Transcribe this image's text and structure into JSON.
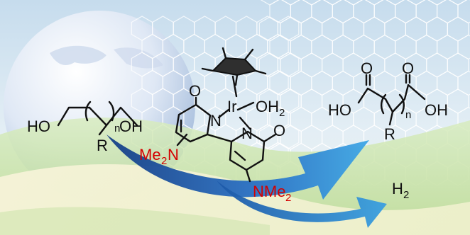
{
  "colors": {
    "sky_top": "#c6dced",
    "sky_bottom": "#e8f1f6",
    "hills_green": "#cfe5b4",
    "hills_cream": "#f4f1d6",
    "globe_light": "#ffffff",
    "globe_dark": "#9fb8d9",
    "arrow_dark": "#1a4f9c",
    "arrow_light": "#3aa0e0",
    "red_label": "#d40000",
    "bond_color": "#111111"
  },
  "reactant": {
    "oh_left": "HO",
    "oh_right": "OH",
    "subscript_n": "n",
    "substituent": "R"
  },
  "catalyst": {
    "metal": "Ir",
    "aqua_ligand": "OH",
    "aqua_subscript": "2",
    "oxygen_left": "O",
    "oxygen_right": "O",
    "nitrogen_left": "N",
    "nitrogen_right": "N",
    "amine_left_me": "Me",
    "amine_left_sub": "2",
    "amine_left_n": "N",
    "amine_right_n": "NMe",
    "amine_right_sub": "2"
  },
  "product": {
    "oxygen_left": "O",
    "oxygen_right": "O",
    "ho": "HO",
    "oh": "OH",
    "subscript_n": "n",
    "substituent": "R"
  },
  "byproduct": {
    "h": "H",
    "subscript": "2"
  }
}
